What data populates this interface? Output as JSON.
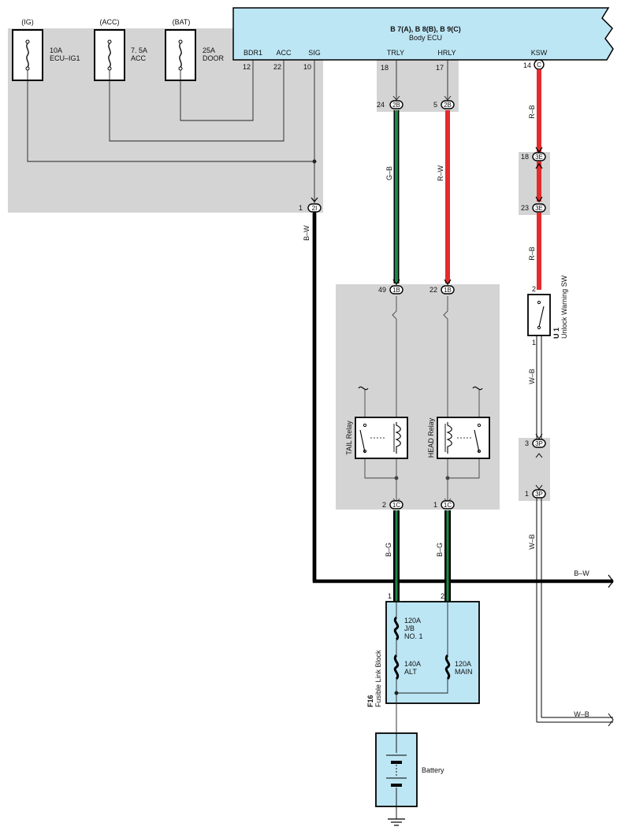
{
  "ecu": {
    "title": "B 7(A), B 8(B), B 9(C)",
    "name": "Body ECU",
    "pins": {
      "bdr1": {
        "label": "BDR1",
        "num": "12"
      },
      "acc": {
        "label": "ACC",
        "num": "22"
      },
      "sig": {
        "label": "SIG",
        "num": "10"
      },
      "trly": {
        "label": "TRLY",
        "num": "18"
      },
      "hrly": {
        "label": "HRLY",
        "num": "17"
      },
      "ksw": {
        "label": "KSW",
        "num": "14",
        "connector": "C"
      }
    }
  },
  "fuses": [
    {
      "supply": "(IG)",
      "rating": "10A",
      "name": "ECU–IG1"
    },
    {
      "supply": "(ACC)",
      "rating": "7. 5A",
      "name": "ACC"
    },
    {
      "supply": "(BAT)",
      "rating": "25A",
      "name": "DOOR"
    }
  ],
  "connectors": {
    "c2B_24": {
      "pin": "24",
      "id": "2B"
    },
    "c2B_5": {
      "pin": "5",
      "id": "2B"
    },
    "c2I_1": {
      "pin": "1",
      "id": "2I"
    },
    "c3E_18": {
      "pin": "18",
      "id": "3E"
    },
    "c3E_23": {
      "pin": "23",
      "id": "3E"
    },
    "c1B_49": {
      "pin": "49",
      "id": "1B"
    },
    "c1B_22": {
      "pin": "22",
      "id": "1B"
    },
    "c1C_2": {
      "pin": "2",
      "id": "1C"
    },
    "c1C_1": {
      "pin": "1",
      "id": "1C"
    },
    "c3P_3": {
      "pin": "3",
      "id": "3P"
    },
    "c3P_1": {
      "pin": "1",
      "id": "3P"
    }
  },
  "wires": {
    "bw": "B–W",
    "gb": "G–B",
    "rw": "R–W",
    "rb1": "R–B",
    "rb2": "R–B",
    "wb1": "W–B",
    "wb2": "W–B",
    "bg1": "B–G",
    "bg2": "B–G",
    "bw_right": "B–W",
    "wb_right": "W–B"
  },
  "relays": {
    "tail": "TAIL Relay",
    "head": "HEAD Relay"
  },
  "unlock_sw": {
    "code": "U 1",
    "name": "Unlock Warning SW",
    "pin_top": "2",
    "pin_bottom": "1"
  },
  "fusible_block": {
    "code": "F16",
    "name": "Fusible Link Block",
    "pin1": "1",
    "pin2": "2",
    "jb": {
      "rating": "120A",
      "line1": "J/B",
      "line2": "NO. 1"
    },
    "alt": {
      "rating": "140A",
      "name": "ALT"
    },
    "main": {
      "rating": "120A",
      "name": "MAIN"
    }
  },
  "battery": {
    "name": "Battery"
  },
  "colors": {
    "ecu_fill": "#bde6f5",
    "gray_zone": "#d4d4d4",
    "green": "#1c8a44",
    "red": "#e42c2c",
    "black": "#000000"
  }
}
